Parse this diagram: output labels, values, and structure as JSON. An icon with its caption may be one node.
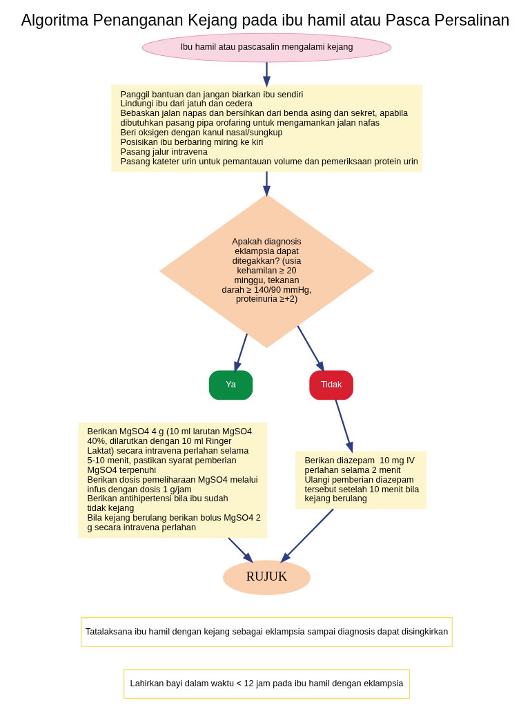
{
  "diagram": {
    "title": "Algoritma Penanganan Kejang pada ibu hamil atau Pasca Persalinan",
    "nodes": [
      {
        "text": [
          "Ibu hamil atau pascasalin mengalami kejang"
        ]
      },
      {
        "text": [
          "Panggil bantuan dan jangan biarkan ibu sendiri",
          "Lindungi ibu dari jatuh dan cedera",
          "Bebaskan jalan napas dan bersihkan dari benda asing dan sekret, apabila dibutuhkan pasang pipa orofaring untuk mengamankan jalan nafas",
          "Beri oksigen dengan kanul nasal/sungkup",
          "Posisikan ibu berbaring miring ke kiri",
          "Pasang jalur intravena",
          "Pasang kateter urin untuk pemantauan volume dan pemeriksaan protein urin"
        ]
      },
      {
        "text": [
          "Apakah diagnosis eklampsia dapat ditegakkan? (usia kehamilan ≥ 20 minggu, tekanan darah ≥ 140/90 mmHg, proteinuria ≥+2)"
        ]
      },
      {
        "text": [
          "Ya"
        ]
      },
      {
        "text": [
          "Berikan MgSO4 4 g (10 ml larutan MgSO4 40%, dilarutkan dengan 10 ml Ringer Laktat) secara intravena perlahan selama 5-10 menit, pastikan syarat pemberian MgSO4 terpenuhi",
          "Berikan dosis pemeliharaan MgSO4 melalui infus dengan dosis 1 g/jam",
          "Berikan antihipertensi bila ibu sudah tidak kejang",
          "Bila kejang berulang berikan bolus MgSO4 2 g secara intravena perlahan"
        ]
      },
      {
        "text": [
          "Tidak"
        ]
      },
      {
        "text": [
          "Berikan diazepam  10 mg IV perlahan selama 2 menit",
          "Ulangi pemberian diazepam tersebut setelah 10 menit bila kejang berulang"
        ]
      },
      {
        "text": [
          "RUJUK"
        ]
      },
      {
        "text": [
          "Tatalaksana ibu hamil dengan kejang sebagai eklampsia sampai diagnosis dapat disingkirkan"
        ]
      },
      {
        "text": [
          "Lahirkan bayi dalam waktu < 12 jam pada ibu hamil dengan eklampsia"
        ]
      }
    ],
    "edges": [
      {
        "from": 0,
        "to": 1,
        "arrow": "to"
      },
      {
        "from": 1,
        "to": 2,
        "arrow": "to"
      },
      {
        "from": 2,
        "to": 3,
        "arrow": "to"
      },
      {
        "from": 2,
        "to": 5,
        "arrow": "to"
      },
      {
        "from": 5,
        "to": 6,
        "arrow": "to"
      },
      {
        "from": 4,
        "to": 7,
        "arrow": "to"
      },
      {
        "from": 6,
        "to": 7,
        "arrow": "to"
      }
    ]
  }
}
